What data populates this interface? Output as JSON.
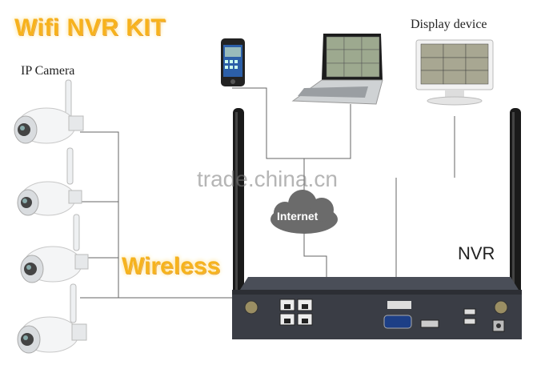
{
  "title": "Wifi NVR KIT",
  "labels": {
    "ip_camera": "IP Camera",
    "display_device": "Display device",
    "internet": "Internet",
    "wireless": "Wireless",
    "nvr": "NVR",
    "watermark": "trade.china.cn"
  },
  "colors": {
    "accent_orange": "#f7b21c",
    "line": "#555555",
    "cloud": "#6b6b6b",
    "nvr_body": "#3a3d45"
  }
}
